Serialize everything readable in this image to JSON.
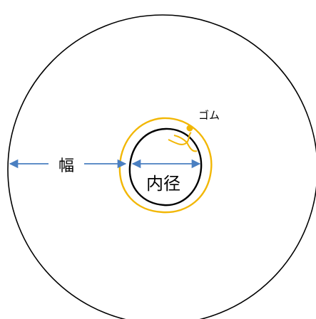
{
  "labels": {
    "width": "幅",
    "inner_diameter": "内径",
    "rubber": "ゴム"
  },
  "colors": {
    "outline": "#000000",
    "arrow": "#4a7fc1",
    "rubber": "#f2b705",
    "background": "#ffffff"
  },
  "icons": {
    "arrow_head": "triangle-arrowhead",
    "rubber_knot": "filled-dot"
  }
}
